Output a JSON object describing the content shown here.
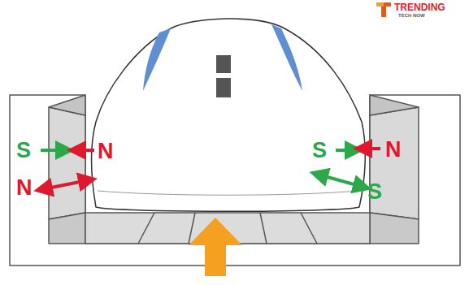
{
  "diagram": {
    "labels": [
      "TRENDING",
      "TECH NOW",
      "S",
      "N",
      "N",
      "S",
      "N",
      "S"
    ]
  }
}
